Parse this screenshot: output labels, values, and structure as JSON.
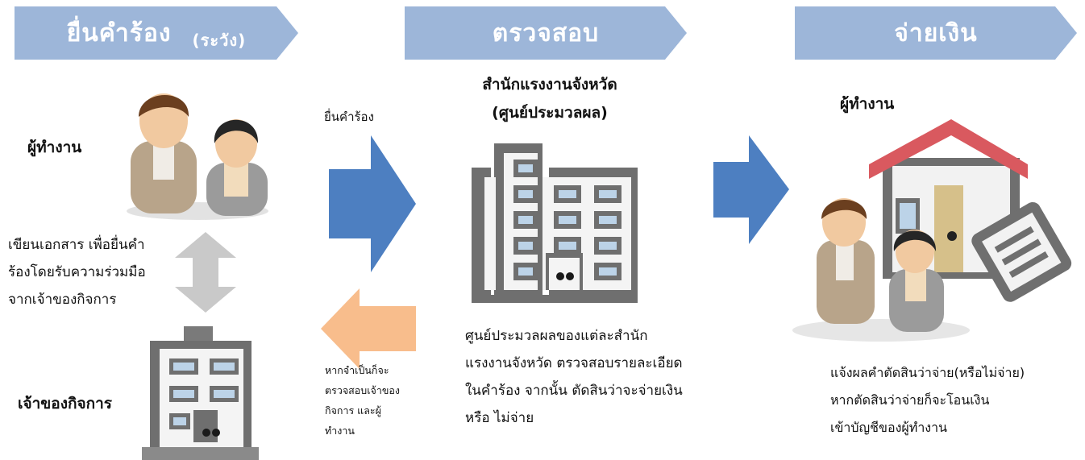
{
  "banners": {
    "step1": {
      "title": "ยื่นคำร้อง",
      "sub": "(ระวัง)"
    },
    "step2": {
      "title": "ตรวจสอบ"
    },
    "step3": {
      "title": "จ่ายเงิน"
    }
  },
  "step1": {
    "worker_label": "ผู้ทำงาน",
    "employer_label": "เจ้าของกิจการ",
    "desc_lines": [
      "เขียนเอกสาร เพื่อยื่นคำ",
      "ร้องโดยรับความร่วมมือ",
      "จากเจ้าของกิจการ"
    ]
  },
  "arrows": {
    "submit_label": "ยื่นคำร้อง",
    "check_lines": [
      "หากจำเป็นก็จะ",
      "ตรวจสอบเจ้าของ",
      "กิจการ และผู้",
      "ทำงาน"
    ]
  },
  "step2": {
    "office_lines": [
      "สำนักแรงงานจังหวัด",
      "(ศูนย์ประมวลผล)"
    ],
    "desc_lines": [
      "ศูนย์ประมวลผลของแต่ละสำนัก",
      "แรงงานจังหวัด ตรวจสอบรายละเอียด",
      "ในคำร้อง จากนั้น ตัดสินว่าจะจ่ายเงิน",
      "หรือ ไม่จ่าย"
    ]
  },
  "step3": {
    "worker_label": "ผู้ทำงาน",
    "desc_lines": [
      "แจ้งผลคำตัดสินว่าจ่าย(หรือไม่จ่าย)",
      "หากตัดสินว่าจ่ายก็จะโอนเงิน",
      "เข้าบัญชีของผู้ทำงาน"
    ]
  },
  "colors": {
    "banner": "#9db6d9",
    "arrow_blue": "#4d7fc1",
    "arrow_peach": "#f8bd8c",
    "arrow_gray": "#c9c9c9",
    "building": "#6f6f6f",
    "roof": "#d9595f"
  }
}
